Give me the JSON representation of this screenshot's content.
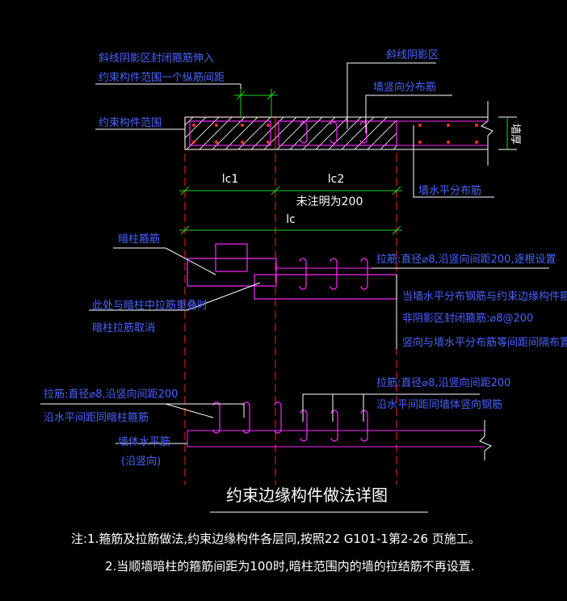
{
  "labels": {
    "hatch_closed_1": "斜线阴影区封闭箍筋伸入",
    "hatch_closed_2": "约束构件范围一个纵筋间距",
    "hatch_zone": "斜线阴影区",
    "vertical_dist": "墙竖向分布筋",
    "constraint_range": "约束构件范围",
    "horizontal_dist": "墙水平分布筋",
    "wall_thickness": "墙厚",
    "dim_lc1": "lc1",
    "dim_lc2": "lc2",
    "dim_note": "未注明为200",
    "dim_lc": "lc",
    "hidden_col_stirrup": "暗柱箍筋",
    "tie_top": "拉筋:直径⌀8,沿竖向间距200,逐根设置",
    "note_right_1": "当墙水平分布钢筋与约束边缘构件箍筋标高不",
    "note_right_2": "非阴影区封闭箍筋:⌀8@200",
    "note_right_3": "竖向与墙水平分布筋等间距间隔布置",
    "overlap_1": "此处与暗柱中拉筋重叠时",
    "overlap_2": "暗柱拉筋取消",
    "tie_left_1": "拉筋:直径⌀8,沿竖向间距200",
    "tie_left_2": "沿水平间距同暗柱箍筋",
    "tie_right_1": "拉筋:直径⌀8,沿竖向间距200",
    "tie_right_2": "沿水平间距同墙体竖向钢筋",
    "wall_h_bar_1": "墙体水平筋",
    "wall_h_bar_2": "(沿竖向)"
  },
  "title": "约束边缘构件做法详图",
  "notes": [
    "注:1.箍筋及拉筋做法,约束边缘构件各层同,按照22 G101-1第2-26 页施工。",
    "2.当顺墙暗柱的箍筋间距为100时,暗柱范围内的墙的拉结筋不再设置."
  ],
  "colors": {
    "background": "#000000",
    "label_blue": "#4a63ff",
    "rebar_magenta": "#ff2aff",
    "line_red": "#ff2020",
    "dim_green": "#21d321",
    "white": "#ffffff"
  }
}
